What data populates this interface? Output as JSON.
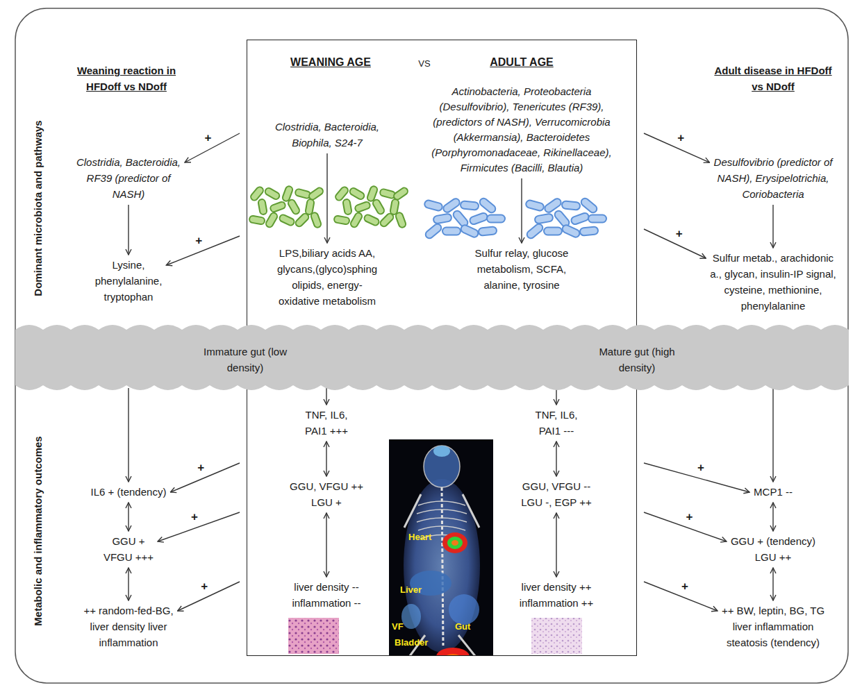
{
  "diagram": {
    "nodes": [
      {
        "text": [
          "Clostridia, Bacteroidia, RF39 (predictor of NASH)"
        ]
      },
      {
        "text": [
          "Lysine, phenylalanine, tryptophan"
        ]
      },
      {
        "text": [
          "WEANING AGE",
          "VS",
          "ADULT AGE"
        ]
      },
      {
        "text": [
          "Clostridia, Bacteroidia, Biophila, S24-7"
        ],
        "in": 2
      },
      {
        "text": [
          "LPS,biliary acids AA, glycans,(glyco)sphing olipids, energy- oxidative metabolism"
        ],
        "in": 2
      },
      {
        "text": [
          "Actinobacteria, Proteobacteria (Desulfovibrio), Tenericutes (RF39), (predictors of NASH), Verrucomicrobia (Akkermansia), Bacteroidetes (Porphyromonadaceae, Rikinellaceae), Firmicutes (Bacilli, Blautia)"
        ],
        "in": 2
      },
      {
        "text": [
          "Sulfur relay, glucose metabolism, SCFA, alanine, tyrosine"
        ],
        "in": 2
      },
      {
        "text": [
          "Desulfovibrio (predictor of NASH), Erysipelotrichia, Coriobacteria"
        ]
      },
      {
        "text": [
          "Sulfur metab., arachidonic a., glycan, insulin-IP signal, cysteine, methionine, phenylalanine"
        ]
      },
      {
        "text": [
          "Immature gut (low density)",
          "Mature gut (high density)"
        ]
      },
      {
        "text": [
          "IL6 + (tendency)"
        ]
      },
      {
        "text": [
          "TNF, IL6, PAI1 +++"
        ],
        "in": 2
      },
      {
        "text": [
          "TNF, IL6, PAI1 ---"
        ],
        "in": 2
      },
      {
        "text": [
          "MCP1 --"
        ]
      },
      {
        "text": [
          "GGU + VFGU +++"
        ]
      },
      {
        "text": [
          "GGU, VFGU ++ LGU +"
        ],
        "in": 2
      },
      {
        "text": [
          "GGU, VFGU -- LGU -, EGP ++"
        ],
        "in": 2
      },
      {
        "text": [
          "GGU + (tendency) LGU ++"
        ]
      },
      {
        "text": [
          "++ random-fed-BG, liver density liver inflammation"
        ]
      },
      {
        "text": [
          "liver density -- inflammation --"
        ],
        "in": 2
      },
      {
        "text": [
          "liver density ++ inflammation ++"
        ],
        "in": 2
      },
      {
        "text": [
          "++ BW, leptin, BG, TG liver inflammation steatosis (tendency)"
        ]
      }
    ],
    "edges": [
      {
        "from": 0,
        "to": 1,
        "arrow": "to"
      },
      {
        "from": 3,
        "to": 4,
        "arrow": "to"
      },
      {
        "from": 5,
        "to": 6,
        "arrow": "to"
      },
      {
        "from": 7,
        "to": 8,
        "arrow": "to"
      },
      {
        "from": 9,
        "to": 10,
        "arrow": "to"
      },
      {
        "from": 9,
        "to": 11,
        "arrow": "to"
      },
      {
        "from": 9,
        "to": 12,
        "arrow": "to"
      },
      {
        "from": 9,
        "to": 13,
        "arrow": "to"
      },
      {
        "from": 10,
        "to": 14,
        "arrow": "both"
      },
      {
        "from": 11,
        "to": 15,
        "arrow": "both"
      },
      {
        "from": 12,
        "to": 16,
        "arrow": "both"
      },
      {
        "from": 13,
        "to": 17,
        "arrow": "both"
      },
      {
        "from": 14,
        "to": 18,
        "arrow": "both"
      },
      {
        "from": 15,
        "to": 19,
        "arrow": "both"
      },
      {
        "from": 16,
        "to": 20,
        "arrow": "both"
      },
      {
        "from": 17,
        "to": 21,
        "arrow": "both"
      },
      {
        "from": 2,
        "to": 0,
        "label": "+",
        "arrow": "to"
      },
      {
        "from": 2,
        "to": 1,
        "label": "+",
        "arrow": "to"
      },
      {
        "from": 2,
        "to": 10,
        "label": "+",
        "arrow": "to"
      },
      {
        "from": 2,
        "to": 14,
        "label": "+",
        "arrow": "to"
      },
      {
        "from": 2,
        "to": 18,
        "label": "+",
        "arrow": "to"
      },
      {
        "from": 2,
        "to": 7,
        "label": "+",
        "arrow": "to"
      },
      {
        "from": 2,
        "to": 8,
        "label": "+",
        "arrow": "to"
      },
      {
        "from": 2,
        "to": 13,
        "label": "+",
        "arrow": "to"
      },
      {
        "from": 2,
        "to": 17,
        "label": "+",
        "arrow": "to"
      },
      {
        "from": 2,
        "to": 21,
        "label": "+",
        "arrow": "to"
      }
    ],
    "labels": [
      "Dominant microbiota and pathways",
      "Metabolic and inflammatory outcomes",
      "Weaning reaction in HFDoff vs NDoff",
      "Adult disease in HFDoff vs NDoff",
      "Heart",
      "Liver",
      "VF",
      "Gut",
      "Bladder"
    ]
  }
}
